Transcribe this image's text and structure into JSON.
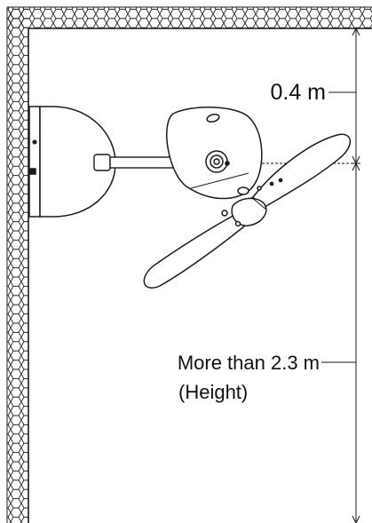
{
  "labels": {
    "clearance_top": "0.4 m",
    "height_min": "More than 2.3 m",
    "height_note": "(Height)"
  },
  "colors": {
    "line": "#1a1a1a",
    "hatch": "#222222",
    "background": "#ffffff"
  }
}
